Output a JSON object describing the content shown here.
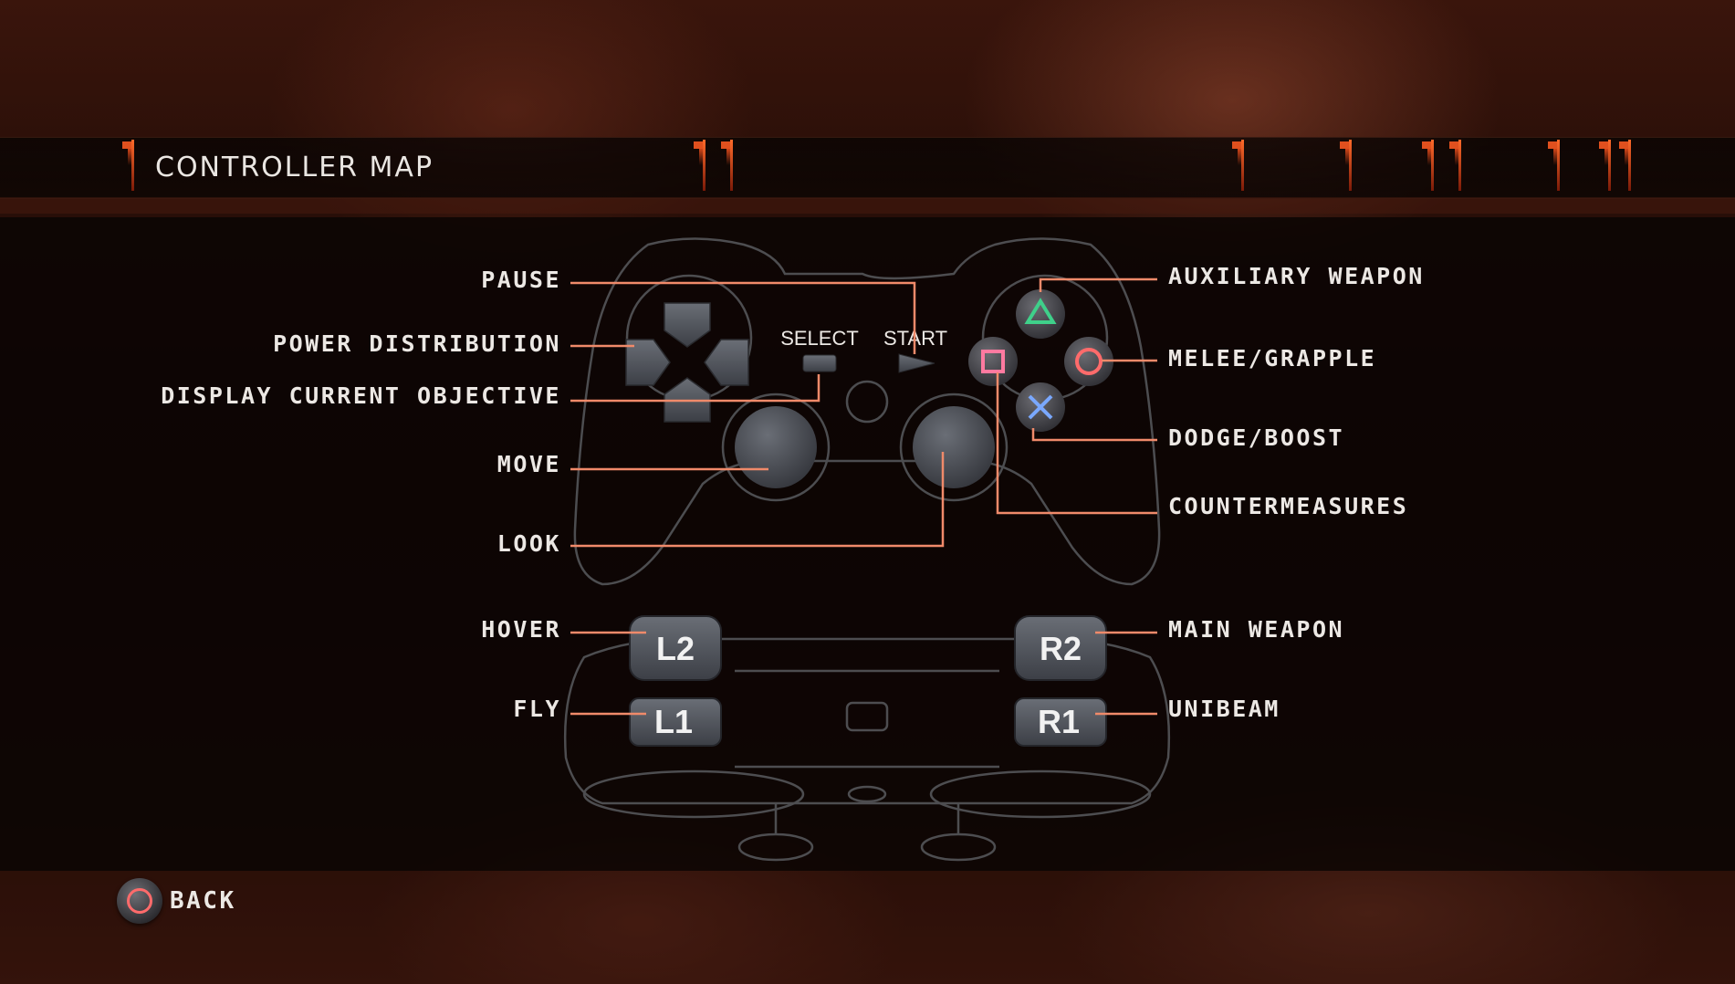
{
  "header": {
    "title": "CONTROLLER MAP"
  },
  "controller": {
    "select_label": "SELECT",
    "start_label": "START",
    "l2_label": "L2",
    "l1_label": "L1",
    "r2_label": "R2",
    "r1_label": "R1"
  },
  "mappings_left": {
    "pause": "PAUSE",
    "power_distribution": "POWER DISTRIBUTION",
    "display_current_objective": "DISPLAY CURRENT OBJECTIVE",
    "move": "MOVE",
    "look": "LOOK",
    "hover": "HOVER",
    "fly": "FLY"
  },
  "mappings_right": {
    "auxiliary_weapon": "AUXILIARY WEAPON",
    "melee_grapple": "MELEE/GRAPPLE",
    "dodge_boost": "DODGE/BOOST",
    "countermeasures": "COUNTERMEASURES",
    "main_weapon": "MAIN WEAPON",
    "unibeam": "UNIBEAM"
  },
  "footer": {
    "back_label": "BACK",
    "back_icon": "circle-button-icon"
  },
  "colors": {
    "accent_orange": "#e0501e",
    "leader_line": "#f08a6a",
    "triangle": "#3fd08a",
    "circle": "#ff6b6b",
    "cross": "#7aa8ff",
    "square": "#ff7aa0"
  }
}
